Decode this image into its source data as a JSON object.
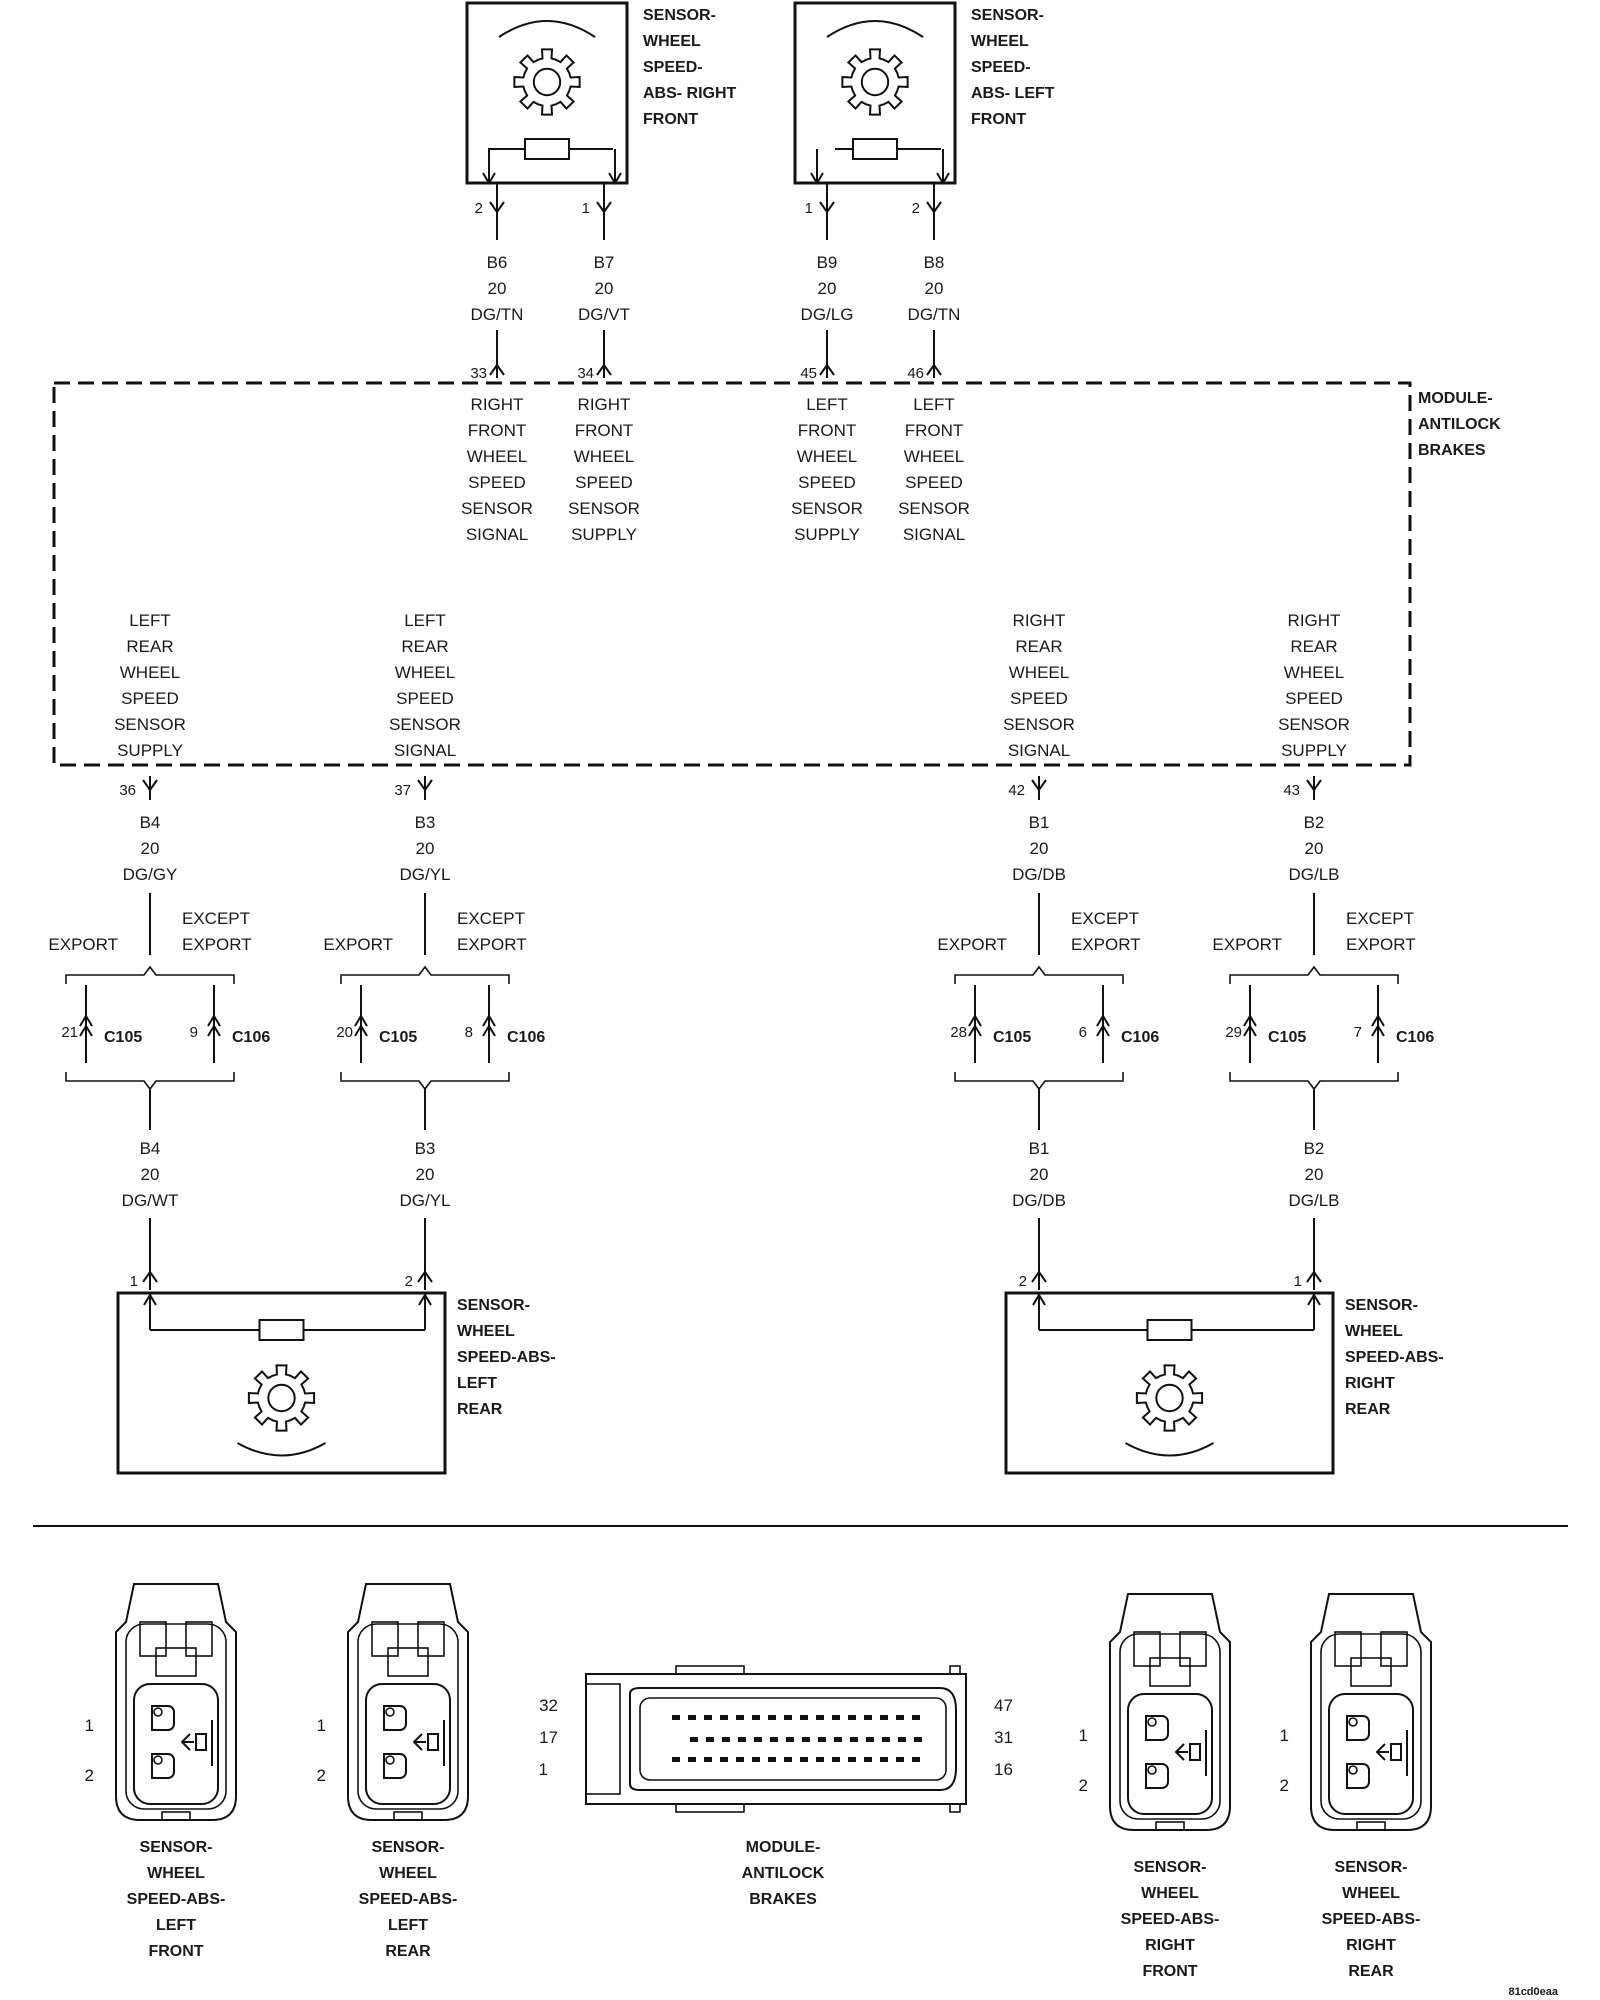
{
  "sensors": {
    "rf": {
      "lines": [
        "SENSOR-",
        "WHEEL",
        "SPEED-",
        "ABS- RIGHT",
        "FRONT"
      ]
    },
    "lf": {
      "lines": [
        "SENSOR-",
        "WHEEL",
        "SPEED-",
        "ABS- LEFT",
        "FRONT"
      ]
    },
    "lr": {
      "lines": [
        "SENSOR-",
        "WHEEL",
        "SPEED-ABS-",
        "LEFT",
        "REAR"
      ]
    },
    "rr": {
      "lines": [
        "SENSOR-",
        "WHEEL",
        "SPEED-ABS-",
        "RIGHT",
        "REAR"
      ]
    }
  },
  "module": {
    "lines": [
      "MODULE-",
      "ANTILOCK",
      "BRAKES"
    ]
  },
  "top_circuits": [
    {
      "sensor_pin": "2",
      "circuit": "B6",
      "gauge": "20",
      "color": "DG/TN",
      "module_pin": "33",
      "function": [
        "RIGHT",
        "FRONT",
        "WHEEL",
        "SPEED",
        "SENSOR",
        "SIGNAL"
      ]
    },
    {
      "sensor_pin": "1",
      "circuit": "B7",
      "gauge": "20",
      "color": "DG/VT",
      "module_pin": "34",
      "function": [
        "RIGHT",
        "FRONT",
        "WHEEL",
        "SPEED",
        "SENSOR",
        "SUPPLY"
      ]
    },
    {
      "sensor_pin": "1",
      "circuit": "B9",
      "gauge": "20",
      "color": "DG/LG",
      "module_pin": "45",
      "function": [
        "LEFT",
        "FRONT",
        "WHEEL",
        "SPEED",
        "SENSOR",
        "SUPPLY"
      ]
    },
    {
      "sensor_pin": "2",
      "circuit": "B8",
      "gauge": "20",
      "color": "DG/TN",
      "module_pin": "46",
      "function": [
        "LEFT",
        "FRONT",
        "WHEEL",
        "SPEED",
        "SENSOR",
        "SIGNAL"
      ]
    }
  ],
  "bottom_circuits": [
    {
      "function": [
        "LEFT",
        "REAR",
        "WHEEL",
        "SPEED",
        "SENSOR",
        "SUPPLY"
      ],
      "module_pin": "36",
      "circuit_in": "B4",
      "gauge_in": "20",
      "color_in": "DG/GY",
      "export_label": "EXPORT",
      "except_label": [
        "EXCEPT",
        "EXPORT"
      ],
      "c105_pin": "21",
      "c105": "C105",
      "c106_pin": "9",
      "c106": "C106",
      "circuit_out": "B4",
      "gauge_out": "20",
      "color_out": "DG/WT",
      "sensor_pin": "1"
    },
    {
      "function": [
        "LEFT",
        "REAR",
        "WHEEL",
        "SPEED",
        "SENSOR",
        "SIGNAL"
      ],
      "module_pin": "37",
      "circuit_in": "B3",
      "gauge_in": "20",
      "color_in": "DG/YL",
      "export_label": "EXPORT",
      "except_label": [
        "EXCEPT",
        "EXPORT"
      ],
      "c105_pin": "20",
      "c105": "C105",
      "c106_pin": "8",
      "c106": "C106",
      "circuit_out": "B3",
      "gauge_out": "20",
      "color_out": "DG/YL",
      "sensor_pin": "2"
    },
    {
      "function": [
        "RIGHT",
        "REAR",
        "WHEEL",
        "SPEED",
        "SENSOR",
        "SIGNAL"
      ],
      "module_pin": "42",
      "circuit_in": "B1",
      "gauge_in": "20",
      "color_in": "DG/DB",
      "export_label": "EXPORT",
      "except_label": [
        "EXCEPT",
        "EXPORT"
      ],
      "c105_pin": "28",
      "c105": "C105",
      "c106_pin": "6",
      "c106": "C106",
      "circuit_out": "B1",
      "gauge_out": "20",
      "color_out": "DG/DB",
      "sensor_pin": "2"
    },
    {
      "function": [
        "RIGHT",
        "REAR",
        "WHEEL",
        "SPEED",
        "SENSOR",
        "SUPPLY"
      ],
      "module_pin": "43",
      "circuit_in": "B2",
      "gauge_in": "20",
      "color_in": "DG/LB",
      "export_label": "EXPORT",
      "except_label": [
        "EXCEPT",
        "EXPORT"
      ],
      "c105_pin": "29",
      "c105": "C105",
      "c106_pin": "7",
      "c106": "C106",
      "circuit_out": "B2",
      "gauge_out": "20",
      "color_out": "DG/LB",
      "sensor_pin": "1"
    }
  ],
  "connector_views": [
    {
      "pins": [
        "1",
        "2"
      ],
      "caption": [
        "SENSOR-",
        "WHEEL",
        "SPEED-ABS-",
        "LEFT",
        "FRONT"
      ]
    },
    {
      "pins": [
        "1",
        "2"
      ],
      "caption": [
        "SENSOR-",
        "WHEEL",
        "SPEED-ABS-",
        "LEFT",
        "REAR"
      ]
    },
    {
      "pins_left": [
        "32",
        "17",
        "1"
      ],
      "pins_right": [
        "47",
        "31",
        "16"
      ],
      "caption": [
        "MODULE-",
        "ANTILOCK",
        "BRAKES"
      ]
    },
    {
      "pins": [
        "1",
        "2"
      ],
      "caption": [
        "SENSOR-",
        "WHEEL",
        "SPEED-ABS-",
        "RIGHT",
        "FRONT"
      ]
    },
    {
      "pins": [
        "1",
        "2"
      ],
      "caption": [
        "SENSOR-",
        "WHEEL",
        "SPEED-ABS-",
        "RIGHT",
        "REAR"
      ]
    }
  ],
  "figure_id": "81cd0eaa"
}
